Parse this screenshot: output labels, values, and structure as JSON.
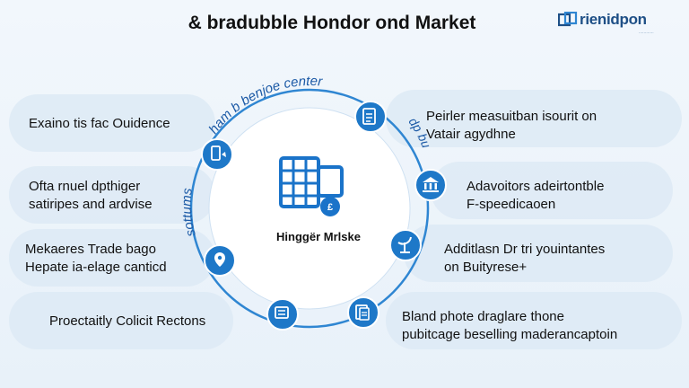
{
  "header": {
    "title": "& bradubble Hondor ond Market",
    "logo_text": "rienidpon",
    "logo_sub": "............"
  },
  "ring": {
    "top_arc_text": "ham b benjoe center",
    "left_arc_text": "sottums",
    "right_arc_text": "dp bu"
  },
  "center": {
    "label": "Hinggër Mrlske"
  },
  "left_items": [
    {
      "lines": [
        "Exaino tis fac Ouidence"
      ]
    },
    {
      "lines": [
        "Ofta rnuel dpthiger",
        "satiripes and ardvise"
      ]
    },
    {
      "lines": [
        "Mekaeres Trade bago",
        "Hepate ia-elage canticd"
      ]
    },
    {
      "lines": [
        "Proectaitly Colicit Rectons"
      ]
    }
  ],
  "right_items": [
    {
      "lines": [
        "Peirler measuitban isourit on",
        "Vatair agydhne"
      ]
    },
    {
      "lines": [
        "Adavoitors adeirtontble",
        "F-speedicaoen"
      ]
    },
    {
      "lines": [
        "Additlasn Dr tri youintantes",
        "on Buityrese+"
      ]
    },
    {
      "lines": [
        "Bland phote draglare thone",
        "pubitcage beselling maderancaptoin"
      ]
    }
  ],
  "ring_icons": [
    {
      "name": "mobile-hand-icon"
    },
    {
      "name": "map-pin-icon"
    },
    {
      "name": "card-reader-icon"
    },
    {
      "name": "clipboard-check-icon"
    },
    {
      "name": "bank-icon"
    },
    {
      "name": "satellite-dish-icon"
    },
    {
      "name": "document-stack-icon"
    }
  ],
  "colors": {
    "accent": "#1e78c8",
    "ring": "#2f86d2",
    "bubble": "#dbe8f4",
    "icon_fill": "#1a73c9"
  }
}
